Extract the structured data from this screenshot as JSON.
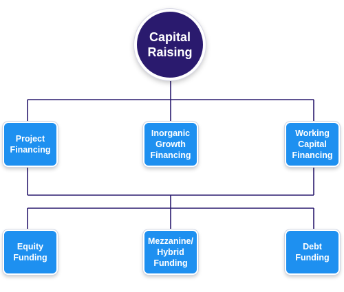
{
  "diagram": {
    "root": {
      "label": "Capital Raising"
    },
    "level1": [
      {
        "label": "Project Financing"
      },
      {
        "label": "Inorganic Growth Financing"
      },
      {
        "label": "Working Capital Financing"
      }
    ],
    "level2": [
      {
        "label": "Equity Funding"
      },
      {
        "label": "Mezzanine/ Hybrid Funding"
      },
      {
        "label": "Debt Funding"
      }
    ]
  },
  "colors": {
    "root_fill": "#2a1a6e",
    "box_fill": "#1e90f0",
    "connector": "#2a1a6e",
    "text": "#ffffff"
  }
}
